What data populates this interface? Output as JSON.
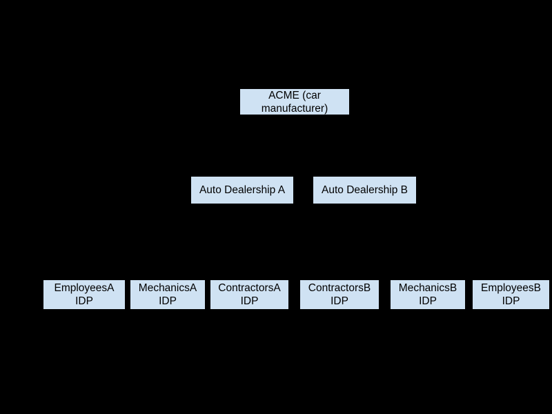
{
  "colors": {
    "background": "#000000",
    "node_fill": "#cfe2f3",
    "node_text": "#000000"
  },
  "nodes": {
    "acme": {
      "label": "ACME (car manufacturer)",
      "lines": [
        "ACME (car",
        "manufacturer)"
      ]
    },
    "dealership_a": {
      "label": "Auto Dealership A",
      "lines": [
        "Auto Dealership A"
      ]
    },
    "dealership_b": {
      "label": "Auto Dealership B",
      "lines": [
        "Auto Dealership B"
      ]
    },
    "employees_a": {
      "label": "EmployeesA IDP",
      "lines": [
        "EmployeesA",
        "IDP"
      ]
    },
    "mechanics_a": {
      "label": "MechanicsA IDP",
      "lines": [
        "MechanicsA",
        "IDP"
      ]
    },
    "contractors_a": {
      "label": "ContractorsA IDP",
      "lines": [
        "ContractorsA",
        "IDP"
      ]
    },
    "contractors_b": {
      "label": "ContractorsB IDP",
      "lines": [
        "ContractorsB",
        "IDP"
      ]
    },
    "mechanics_b": {
      "label": "MechanicsB IDP",
      "lines": [
        "MechanicsB",
        "IDP"
      ]
    },
    "employees_b": {
      "label": "EmployeesB IDP",
      "lines": [
        "EmployeesB",
        "IDP"
      ]
    }
  }
}
